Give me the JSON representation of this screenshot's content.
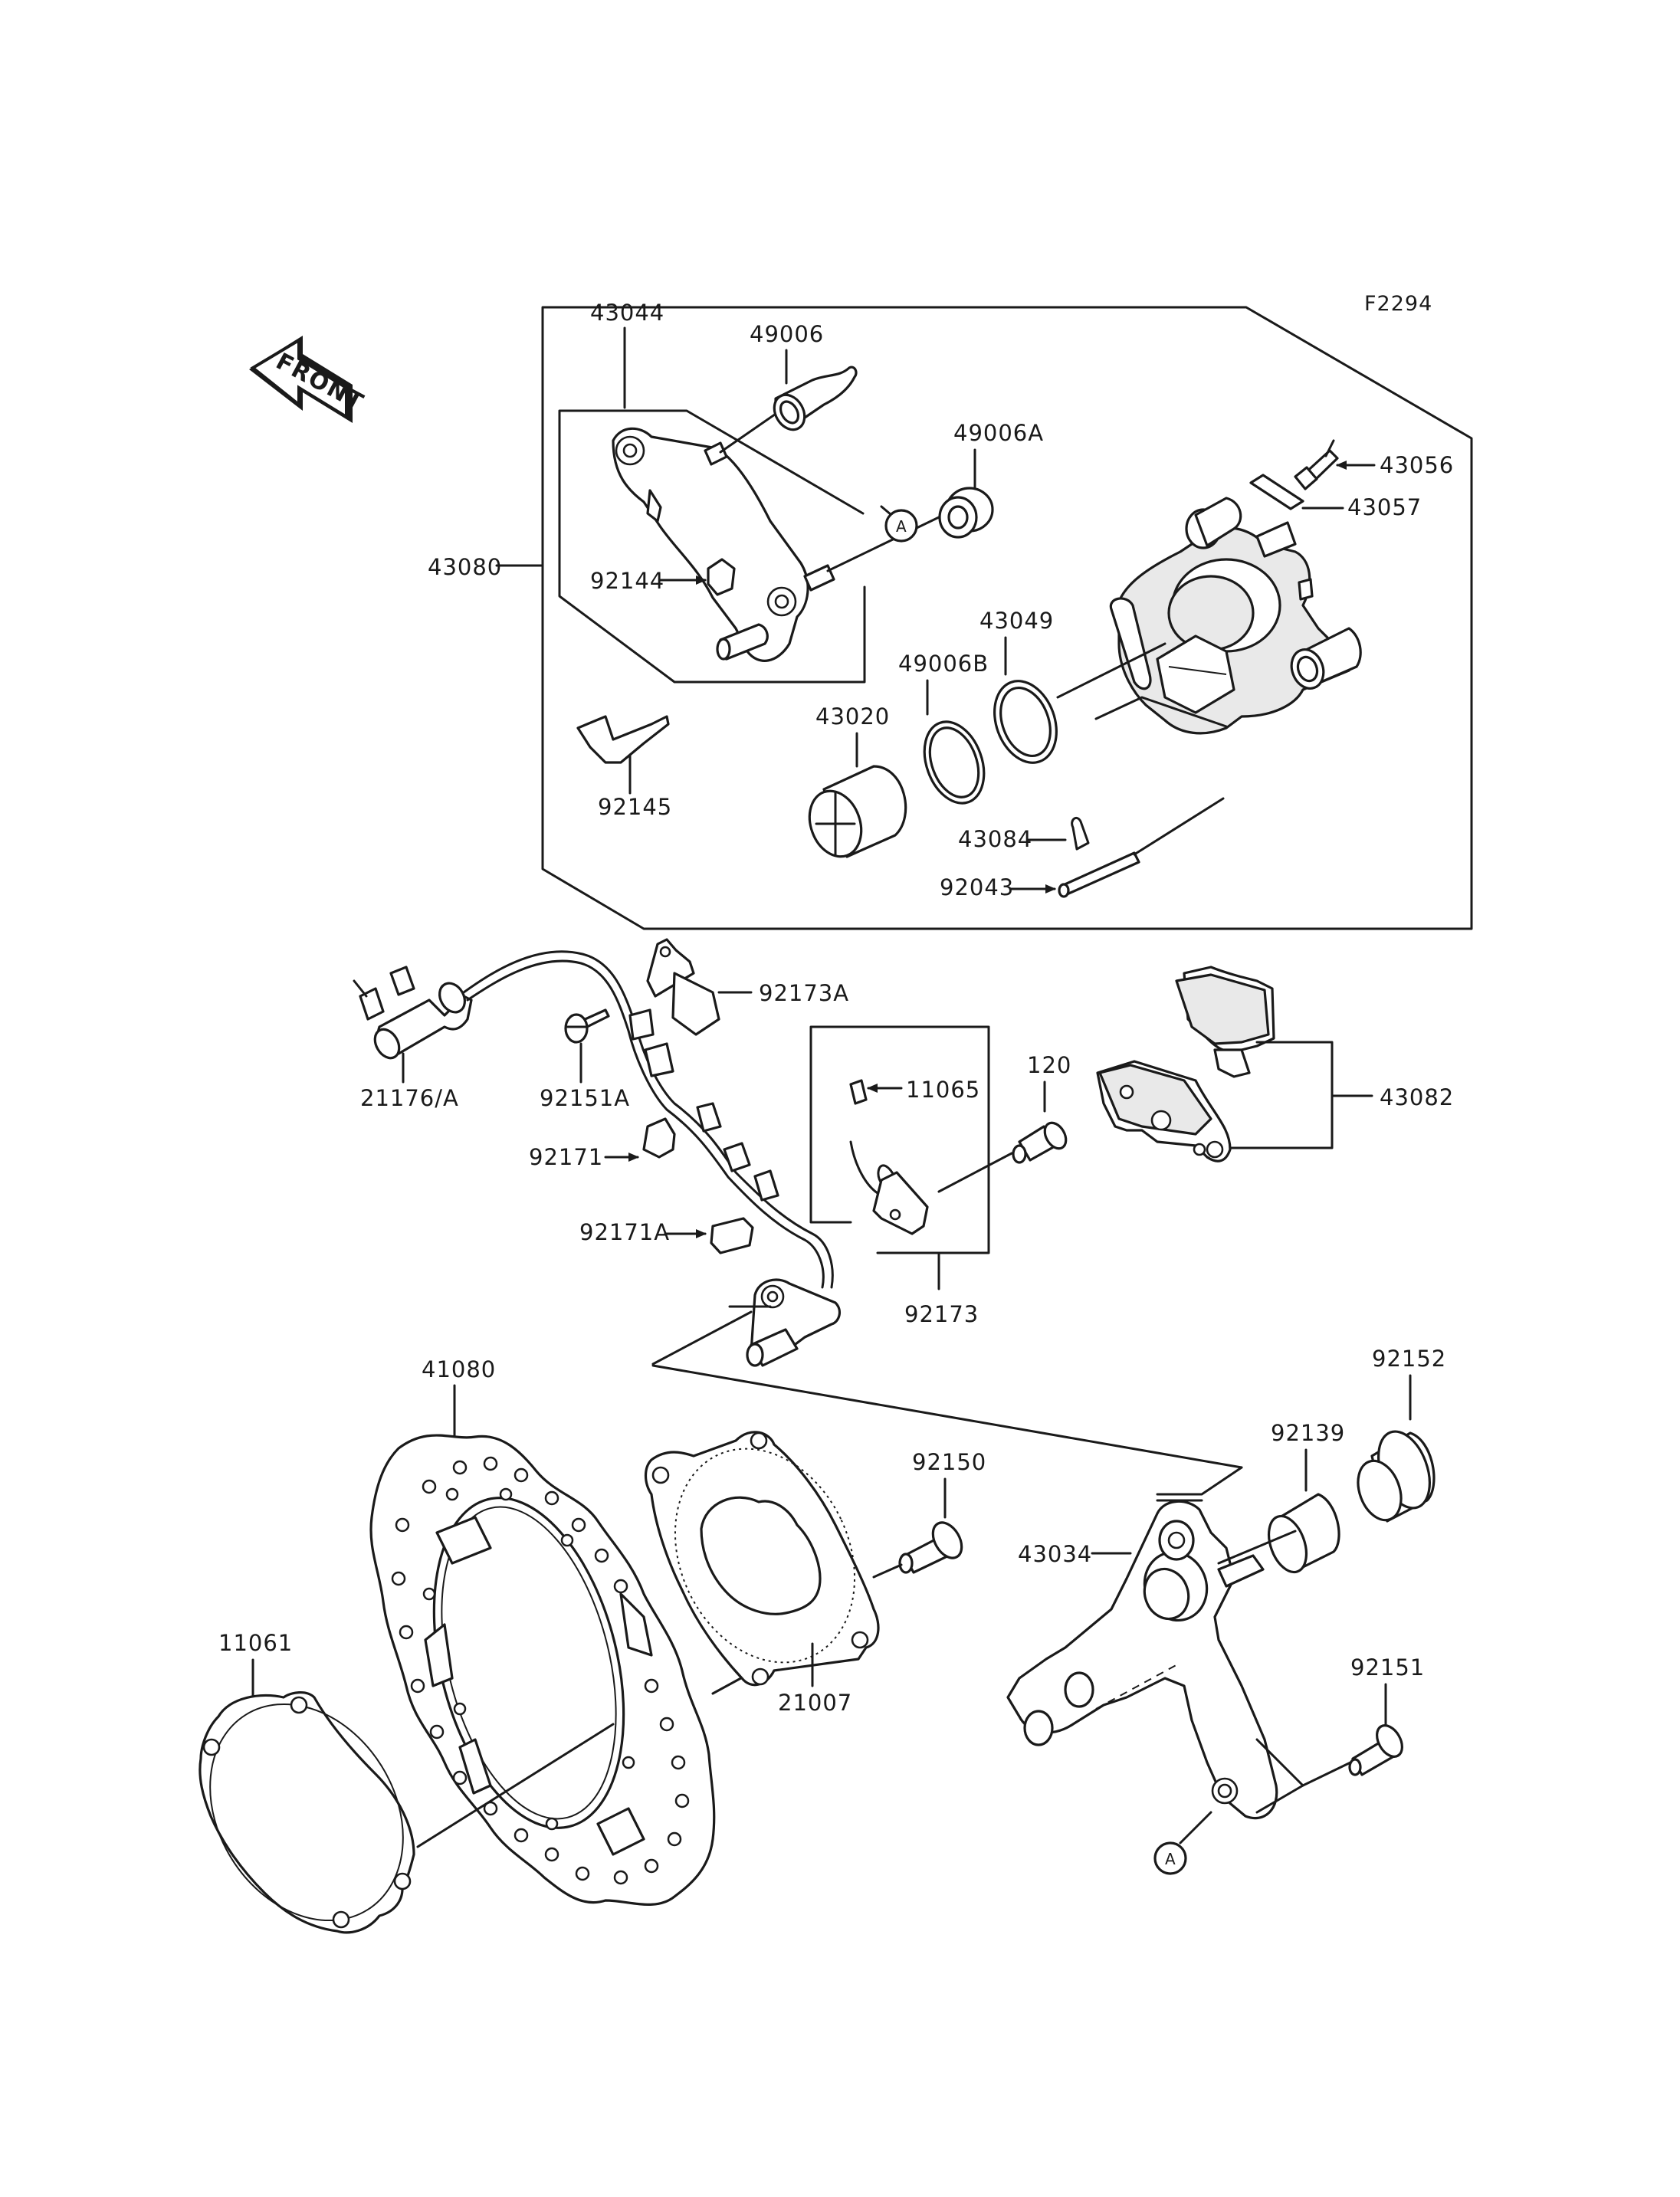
{
  "figure_code": "F2294",
  "front_label": "FRONT",
  "ref_mark": "A",
  "parts": {
    "p43080": "43080",
    "p43044": "43044",
    "p49006": "49006",
    "p49006A": "49006A",
    "p43056": "43056",
    "p43057": "43057",
    "p92144": "92144",
    "p43049": "43049",
    "p49006B": "49006B",
    "p43020": "43020",
    "p92145": "92145",
    "p43084": "43084",
    "p92043": "92043",
    "p92173A": "92173A",
    "p11065": "11065",
    "p120": "120",
    "p43082": "43082",
    "p21176A": "21176/A",
    "p92151A": "92151A",
    "p92171": "92171",
    "p92171A": "92171A",
    "p92173": "92173",
    "p41080": "41080",
    "p92152": "92152",
    "p92139": "92139",
    "p92150": "92150",
    "p43034": "43034",
    "p11061": "11061",
    "p21007": "21007",
    "p92151": "92151"
  }
}
